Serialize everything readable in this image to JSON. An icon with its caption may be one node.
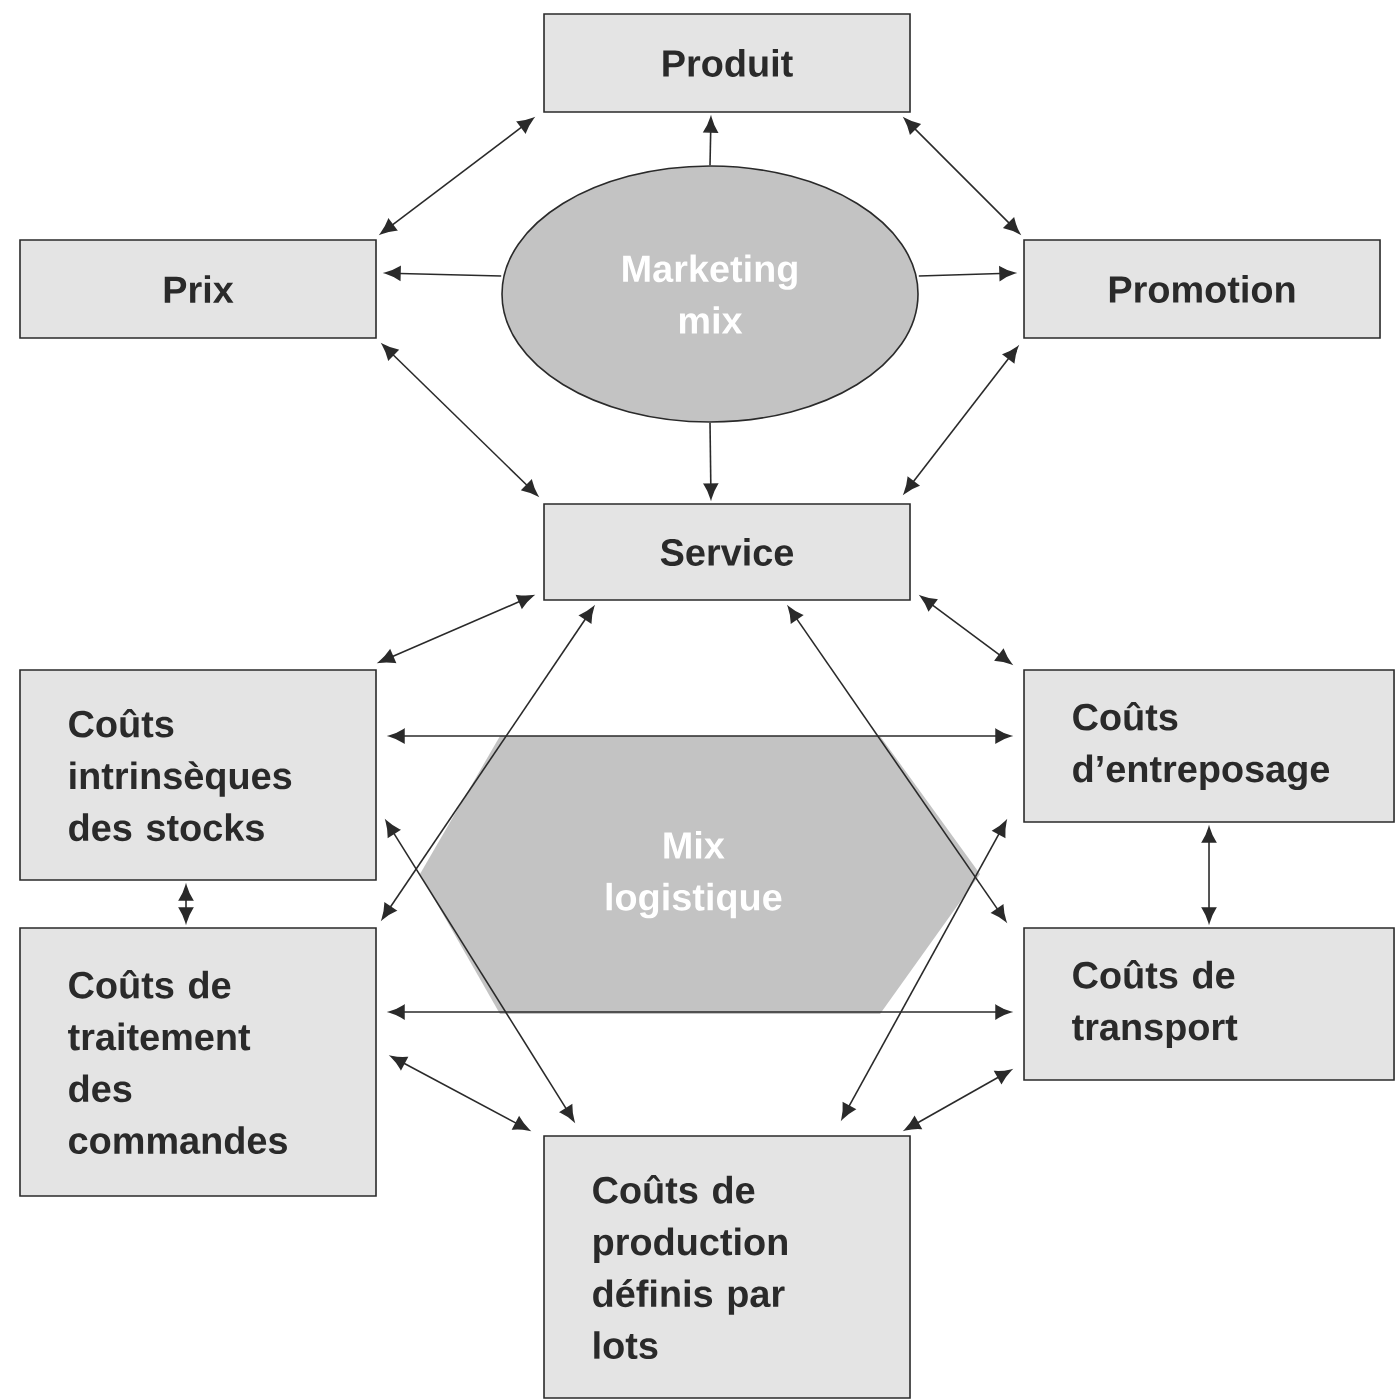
{
  "diagram": {
    "nodes": [
      {
        "text": [
          "Produit"
        ]
      },
      {
        "text": [
          "Prix"
        ]
      },
      {
        "text": [
          "Marketing mix"
        ]
      },
      {
        "text": [
          "Promotion"
        ]
      },
      {
        "text": [
          "Service"
        ]
      },
      {
        "text": [
          "Coûts intrinsèques des stocks"
        ]
      },
      {
        "text": [
          "Mix logistique"
        ]
      },
      {
        "text": [
          "Coûts d’entreposage"
        ]
      },
      {
        "text": [
          "Coûts de traitement des commandes"
        ]
      },
      {
        "text": [
          "Coûts de transport"
        ]
      },
      {
        "text": [
          "Coûts de production définis par lots"
        ]
      }
    ],
    "edges": [
      {
        "from": 0,
        "to": 1,
        "arrow": "both"
      },
      {
        "from": 0,
        "to": 3,
        "arrow": "both"
      },
      {
        "from": 2,
        "to": 0,
        "arrow": "to"
      },
      {
        "from": 2,
        "to": 1,
        "arrow": "to"
      },
      {
        "from": 2,
        "to": 3,
        "arrow": "to"
      },
      {
        "from": 2,
        "to": 4,
        "arrow": "to"
      },
      {
        "from": 1,
        "to": 4,
        "arrow": "both"
      },
      {
        "from": 3,
        "to": 4,
        "arrow": "both"
      },
      {
        "from": 4,
        "to": 5,
        "arrow": "both"
      },
      {
        "from": 4,
        "to": 7,
        "arrow": "both"
      },
      {
        "from": 4,
        "to": 8,
        "arrow": "both"
      },
      {
        "from": 4,
        "to": 9,
        "arrow": "both"
      },
      {
        "from": 5,
        "to": 10,
        "arrow": "both"
      },
      {
        "from": 7,
        "to": 10,
        "arrow": "both"
      },
      {
        "from": 5,
        "to": 7,
        "arrow": "both"
      },
      {
        "from": 8,
        "to": 9,
        "arrow": "both"
      },
      {
        "from": 5,
        "to": 8,
        "arrow": "both"
      },
      {
        "from": 7,
        "to": 9,
        "arrow": "both"
      },
      {
        "from": 8,
        "to": 10,
        "arrow": "both"
      },
      {
        "from": 9,
        "to": 10,
        "arrow": "both"
      }
    ]
  }
}
